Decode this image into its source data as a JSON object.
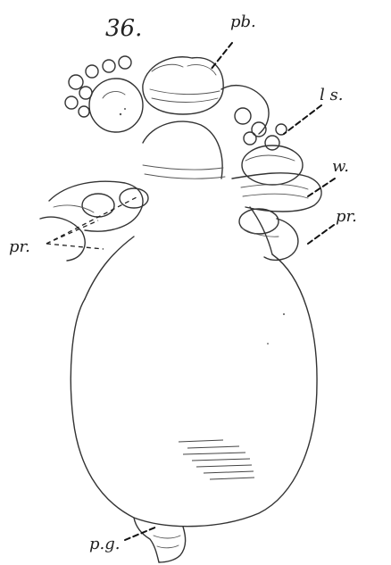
{
  "figure": {
    "number": "36.",
    "labels": {
      "pb": "pb.",
      "ls": "l s.",
      "w": "w.",
      "pr_right": "pr.",
      "pr_left": "pr.",
      "pg": "p.g."
    }
  }
}
